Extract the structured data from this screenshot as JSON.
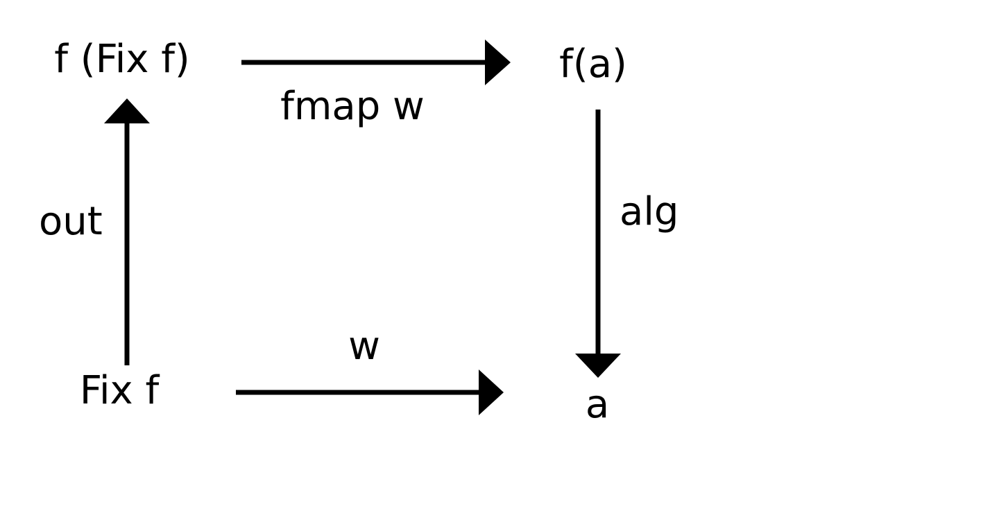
{
  "diagram": {
    "nodes": {
      "f_fix_f": "f (Fix f)",
      "f_a": "f(a)",
      "fix_f": "Fix f",
      "a": "a"
    },
    "arrows": {
      "top": "fmap w",
      "right": "alg",
      "bottom": "w",
      "left": "out"
    },
    "colors": {
      "ink": "#000000",
      "background": "#ffffff"
    }
  }
}
